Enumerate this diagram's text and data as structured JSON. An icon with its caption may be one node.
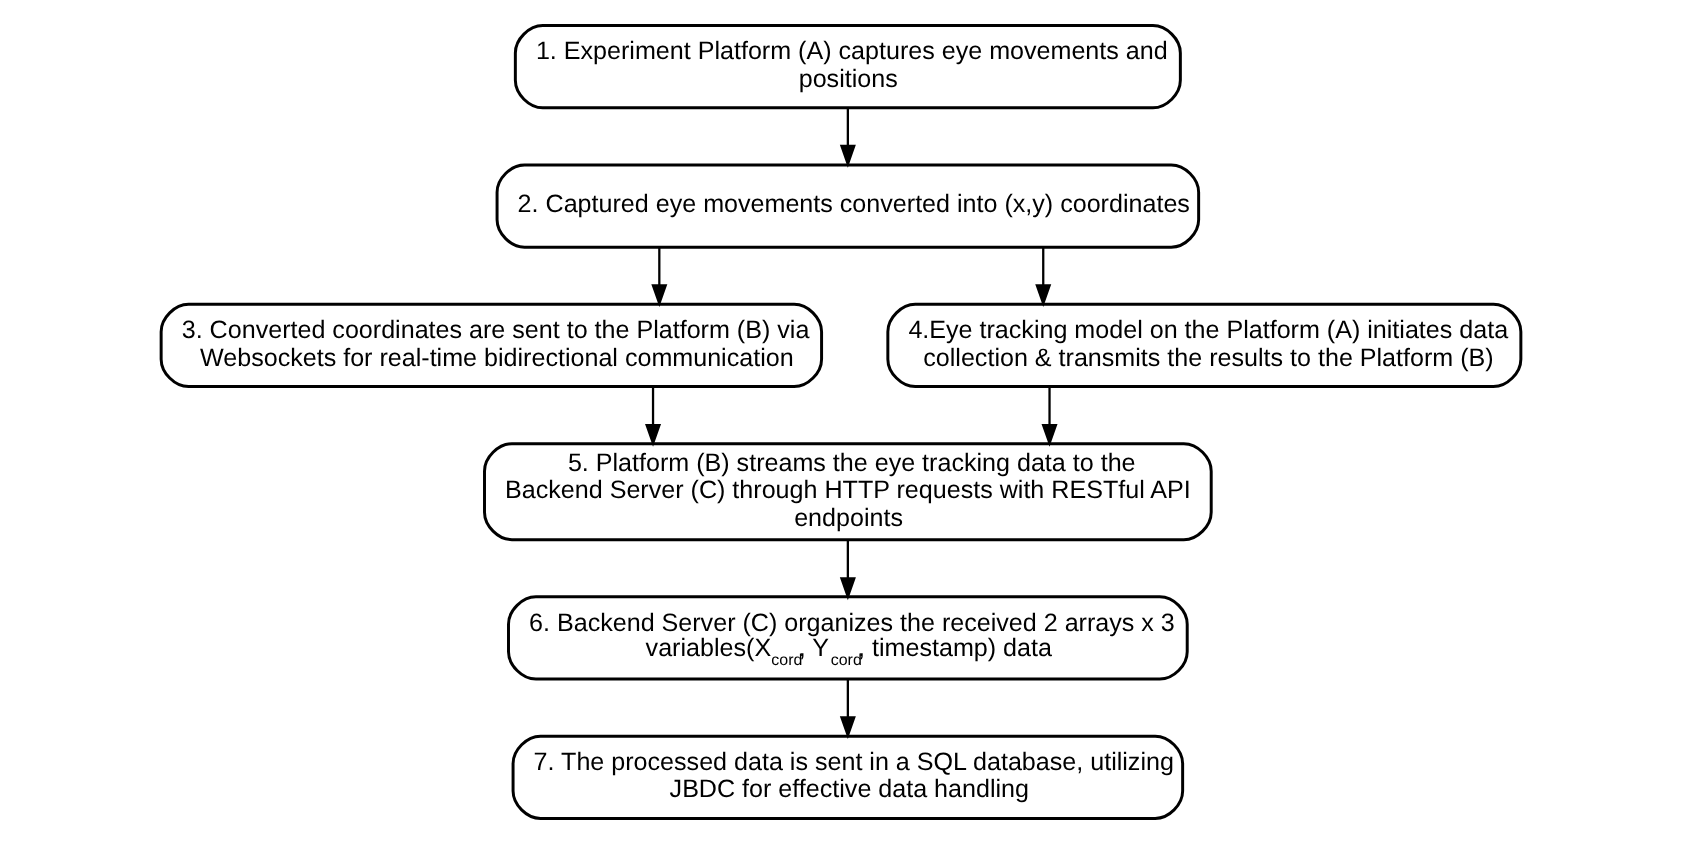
{
  "diagram": {
    "nodes": [
      {
        "text": [
          "1. Experiment Platform (A) captures eye movements and positions"
        ]
      },
      {
        "text": [
          "2. Captured eye movements converted into (x,y) coordinates"
        ]
      },
      {
        "text": [
          "3. Converted coordinates are sent to the Platform (B) via Websockets for real-time bidirectional communication"
        ]
      },
      {
        "text": [
          "4.Eye tracking model on the Platform (A) initiates data collection & transmits the results to the Platform (B)"
        ]
      },
      {
        "text": [
          "5. Platform (B) streams the eye tracking data to the Backend Server (C) through HTTP requests with RESTful API endpoints"
        ]
      },
      {
        "text": [
          "6. Backend Server (C) organizes the received 2 arrays x 3 variables(X$_{cord}$, Y$_{cord}$, timestamp) data"
        ]
      },
      {
        "text": [
          "7. The processed data is sent in a SQL database, utilizing JBDC for effective data handling"
        ]
      }
    ],
    "edges": [
      {
        "from": 0,
        "to": 1,
        "arrow": "to"
      },
      {
        "from": 1,
        "to": 2,
        "arrow": "to"
      },
      {
        "from": 1,
        "to": 3,
        "arrow": "to"
      },
      {
        "from": 2,
        "to": 4,
        "arrow": "to"
      },
      {
        "from": 3,
        "to": 4,
        "arrow": "to"
      },
      {
        "from": 4,
        "to": 5,
        "arrow": "to"
      },
      {
        "from": 5,
        "to": 6,
        "arrow": "to"
      }
    ]
  }
}
